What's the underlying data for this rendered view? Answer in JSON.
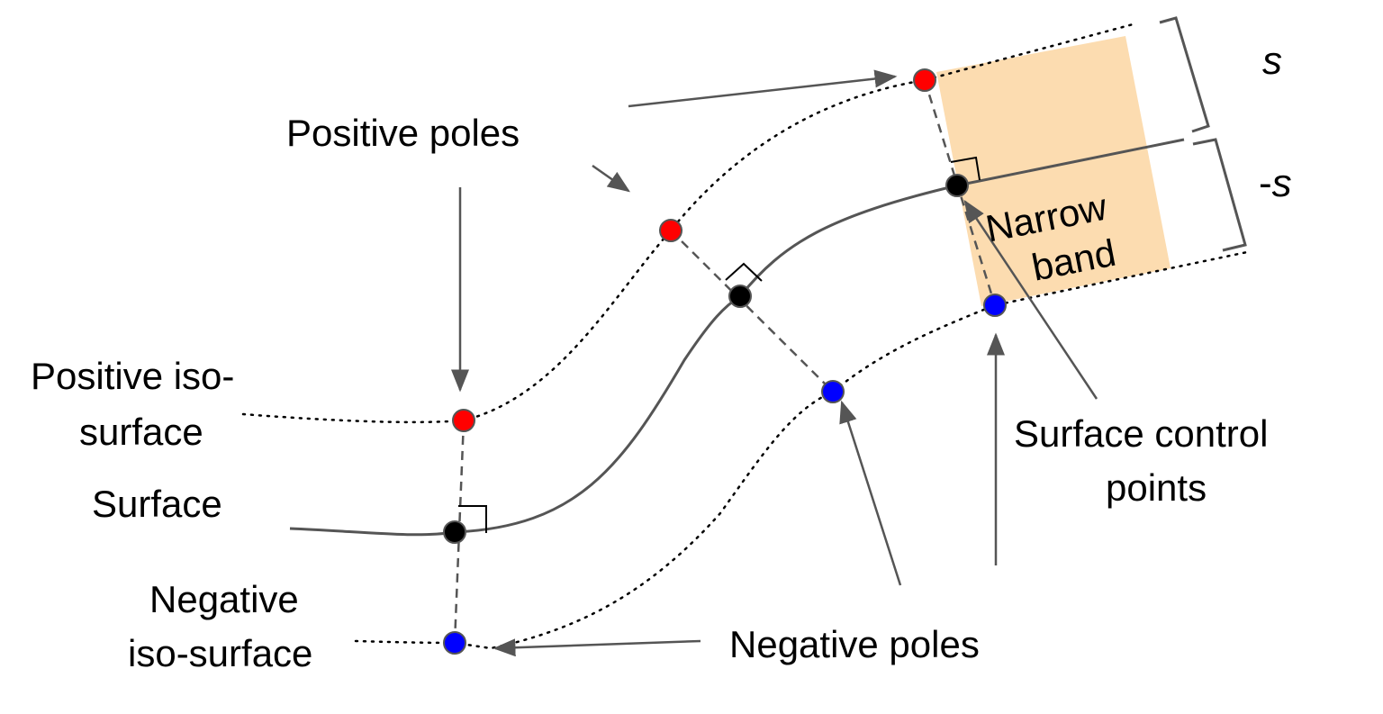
{
  "labels": {
    "positive_poles": "Positive poles",
    "positive_iso_line1": "Positive iso-",
    "positive_iso_line2": "surface",
    "surface": "Surface",
    "negative_iso_line1": "Negative",
    "negative_iso_line2": "iso-surface",
    "negative_poles": "Negative poles",
    "surface_control_line1": "Surface control",
    "surface_control_line2": "points",
    "narrow_band_line1": "Narrow",
    "narrow_band_line2": "band",
    "s_plus": "s",
    "s_minus_sign": "-",
    "s_minus_symbol": "s"
  },
  "colors": {
    "positive_pole": "#ff0000",
    "surface_point": "#000000",
    "negative_pole": "#0000ff",
    "narrow_band_fill": "#fcdcb0",
    "line": "#555555"
  }
}
